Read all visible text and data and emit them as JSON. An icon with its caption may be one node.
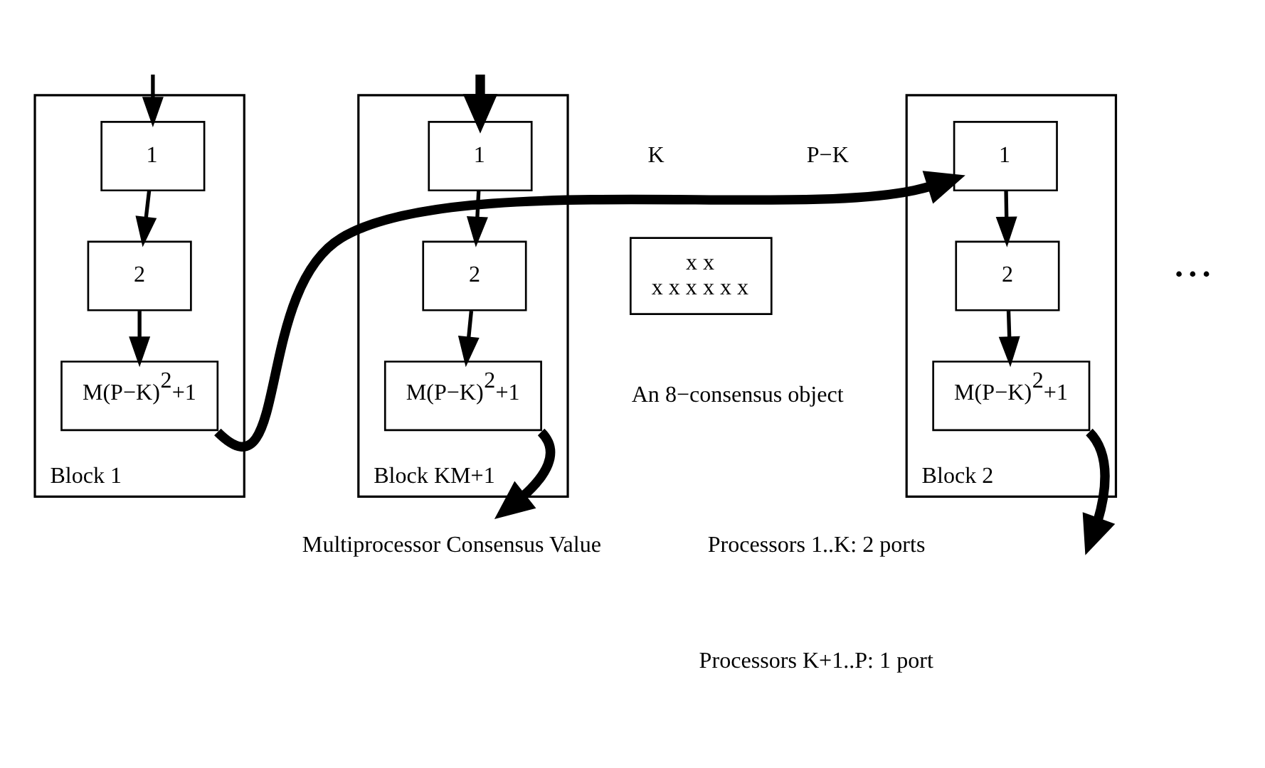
{
  "diagram": {
    "nodes": [
      {
        "text": [],
        "shape": "box",
        "beside": [
          "Block 1"
        ]
      },
      {
        "text": [
          "1"
        ],
        "in": 0
      },
      {
        "text": [
          "2"
        ],
        "in": 0
      },
      {
        "text": [
          "M(P−K)$^{2}$+1"
        ],
        "in": 0
      },
      {
        "text": [],
        "shape": "box",
        "beside": [
          "Block 2"
        ]
      },
      {
        "text": [
          "1"
        ],
        "in": 4
      },
      {
        "text": [
          "2"
        ],
        "in": 4
      },
      {
        "text": [
          "M(P−K)$^{2}$+1"
        ],
        "in": 4
      },
      {
        "text": [],
        "shape": "box",
        "beside": [
          "Block KM+1"
        ]
      },
      {
        "text": [
          "1"
        ],
        "in": 8
      },
      {
        "text": [
          "2"
        ],
        "in": 8
      },
      {
        "text": [
          "M(P−K)$^{2}$+1"
        ],
        "in": 8
      },
      {
        "text": [
          "Multiprocessor Consensus Value"
        ]
      },
      {
        "text": [
          "x x",
          "x x x x x x"
        ],
        "beside": [
          "An 8−consensus object"
        ]
      }
    ],
    "edges": [
      {
        "from": null,
        "to": 1,
        "arrow": "to"
      },
      {
        "from": 1,
        "to": 2,
        "arrow": "to"
      },
      {
        "from": 2,
        "to": 3,
        "arrow": "to"
      },
      {
        "from": 3,
        "to": 5,
        "arrow": "to",
        "style": "thick"
      },
      {
        "from": 5,
        "to": 6,
        "arrow": "to"
      },
      {
        "from": 6,
        "to": 7,
        "arrow": "to"
      },
      {
        "from": 7,
        "to": null,
        "arrow": "to",
        "style": "thick"
      },
      {
        "from": null,
        "to": 9,
        "arrow": "to",
        "style": "thick"
      },
      {
        "from": 9,
        "to": 10,
        "arrow": "to"
      },
      {
        "from": 10,
        "to": 11,
        "arrow": "to"
      },
      {
        "from": 11,
        "to": 12,
        "arrow": "to",
        "style": "thick"
      }
    ],
    "labels": [
      "• • •",
      "K",
      "P−K",
      "Processors 1..K: 2 ports",
      "Processors K+1..P: 1 port"
    ]
  }
}
